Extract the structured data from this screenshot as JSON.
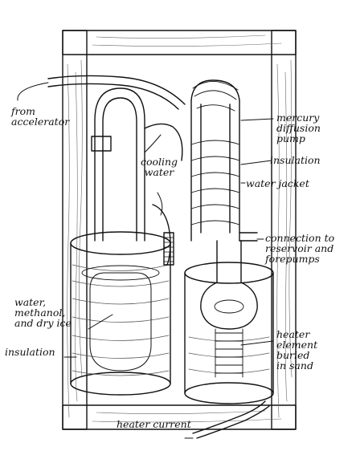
{
  "diagram": {
    "labels": {
      "from_accelerator": "from\naccelerator",
      "cooling_water": "cooling\nwater",
      "mercury_diffusion_pump": "mercury\ndiffusion\npump",
      "insulation_right": "insulation",
      "water_jacket": "water jacket",
      "connection": "connection to\nreservoir and\nforepumps",
      "cold_bath": "water,\nmethanol,\nand dry ice",
      "insulation_left": "insulation",
      "heater_element": "heater\nelement\nburied\nin sand",
      "heater_current": "heater current"
    },
    "colors": {
      "ink": "#111111",
      "paper": "#ffffff",
      "hatch": "#555555"
    }
  }
}
